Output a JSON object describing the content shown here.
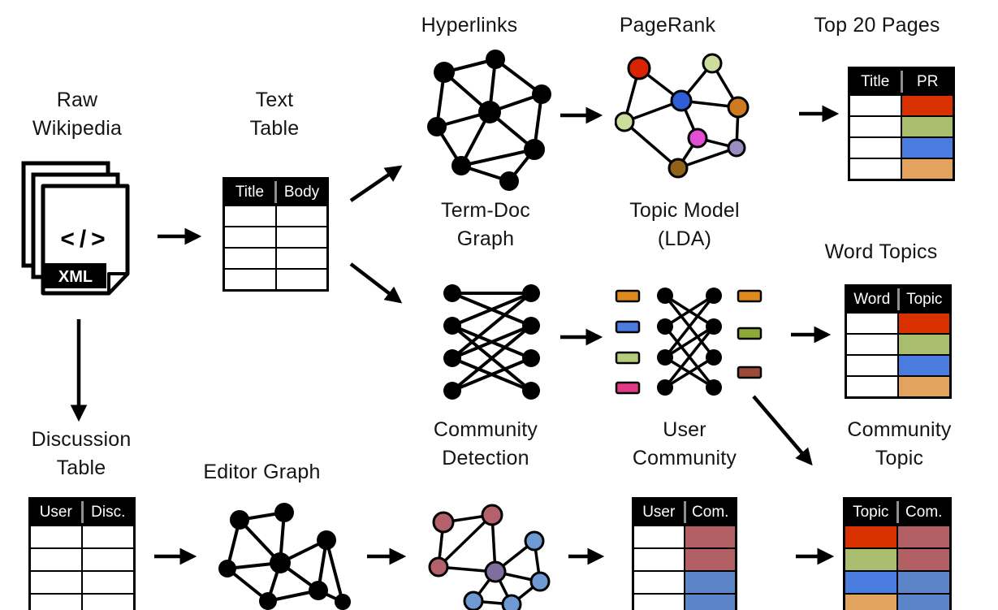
{
  "labels": {
    "raw_wikipedia": "Raw Wikipedia",
    "text_table": "Text Table",
    "hyperlinks": "Hyperlinks",
    "pagerank": "PageRank",
    "top_20_pages": "Top 20 Pages",
    "term_doc_graph": "Term-Doc Graph",
    "topic_model": "Topic Model (LDA)",
    "word_topics": "Word Topics",
    "discussion_table": "Discussion Table",
    "editor_graph": "Editor Graph",
    "community_detection": "Community Detection",
    "user_community": "User Community",
    "community_topic": "Community Topic"
  },
  "doc_icon": {
    "code_glyph": "</>",
    "format_label": "XML"
  },
  "tables": {
    "text_table": {
      "headers": [
        "Title",
        "Body"
      ]
    },
    "top_pages": {
      "headers": [
        "Title",
        "PR"
      ],
      "pr_colors": [
        "#d93000",
        "#a8bd6e",
        "#4a7ce0",
        "#e2a35f"
      ]
    },
    "word_topics": {
      "headers": [
        "Word",
        "Topic"
      ],
      "topic_colors": [
        "#d93000",
        "#a8bd6e",
        "#4a7ce0",
        "#e2a35f"
      ]
    },
    "discussion": {
      "headers": [
        "User",
        "Disc."
      ]
    },
    "user_community": {
      "headers": [
        "User",
        "Com."
      ],
      "community_colors": [
        "#b25f63",
        "#b25f63",
        "#5c85c8",
        "#5c85c8"
      ]
    },
    "community_topic": {
      "headers": [
        "Topic",
        "Com."
      ],
      "topic_colors": [
        "#d93000",
        "#a8bd6e",
        "#4a7ce0",
        "#e2a35f"
      ],
      "community_colors": [
        "#b25f63",
        "#b25f63",
        "#5c85c8",
        "#5c85c8"
      ]
    }
  },
  "colors": {
    "graph_node": "#000000",
    "pagerank_nodes": [
      "#da2300",
      "#ccdd9e",
      "#ccdd9e",
      "#2f5ed6",
      "#cd7a22",
      "#e24fd3",
      "#9a8bc1",
      "#91621b"
    ],
    "lda_doc_topics": [
      "#e0891e",
      "#4a7ce0",
      "#b8cc7e",
      "#e03a86"
    ],
    "lda_word_topics": [
      "#e0891e",
      "#8fa83a",
      "#9c4a38"
    ],
    "community_rose": "#b3616b",
    "community_blue": "#6f99d2",
    "community_purple": "#7e6f9e"
  }
}
